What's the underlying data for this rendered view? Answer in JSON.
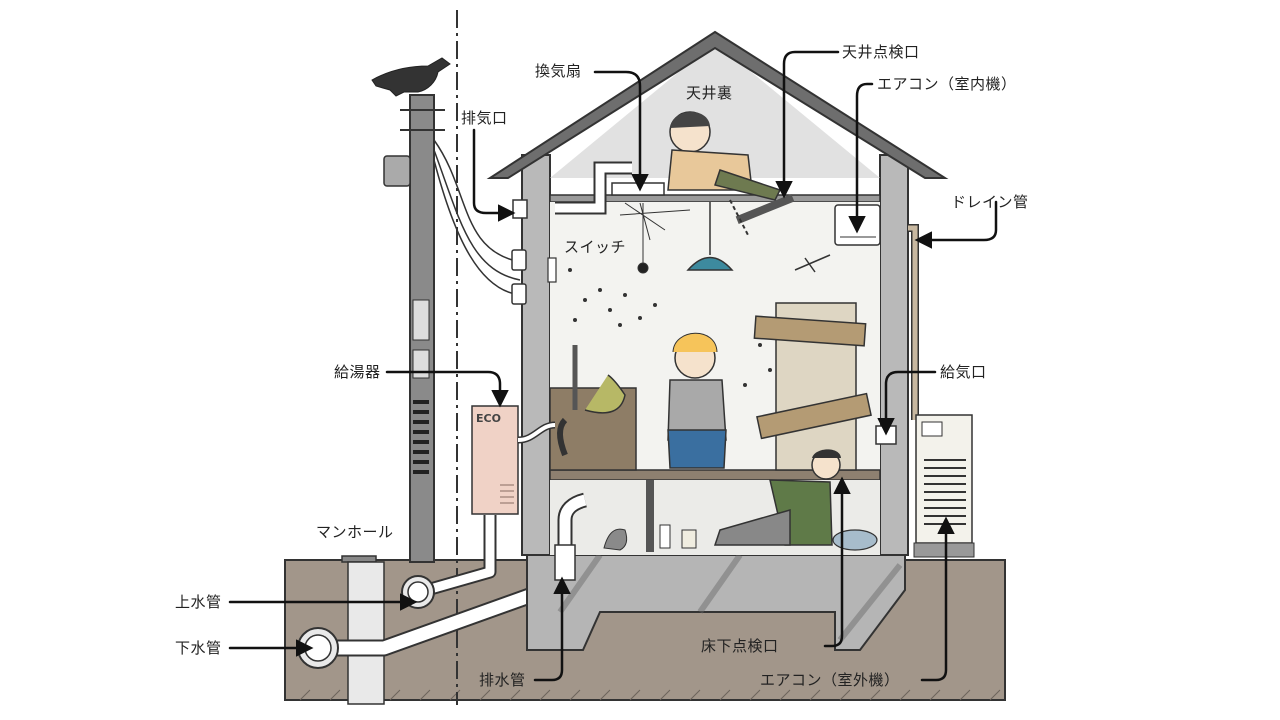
{
  "labels": {
    "fan": "換気扇",
    "attic": "天井裏",
    "ceiling_hatch": "天井点検口",
    "aircon_indoor": "エアコン（室内機）",
    "exhaust_vent": "排気口",
    "drain_pipe": "ドレイン管",
    "switch": "スイッチ",
    "water_heater": "給湯器",
    "intake_vent": "給気口",
    "manhole": "マンホール",
    "water_main": "上水管",
    "sewer_main": "下水管",
    "drainage_pipe": "排水管",
    "floor_hatch": "床下点検口",
    "aircon_outdoor": "エアコン（室外機）"
  },
  "heater_brand": "ECO",
  "colors": {
    "ground": "#a2968a",
    "wall": "#b9b9b9",
    "interior": "#f3f3f0",
    "attic": "#e1e1e1",
    "outline": "#333333",
    "heater": "#f0d2c6",
    "door": "#ded6c3",
    "plank": "#b49b74",
    "lamp": "#3d8a9e"
  }
}
